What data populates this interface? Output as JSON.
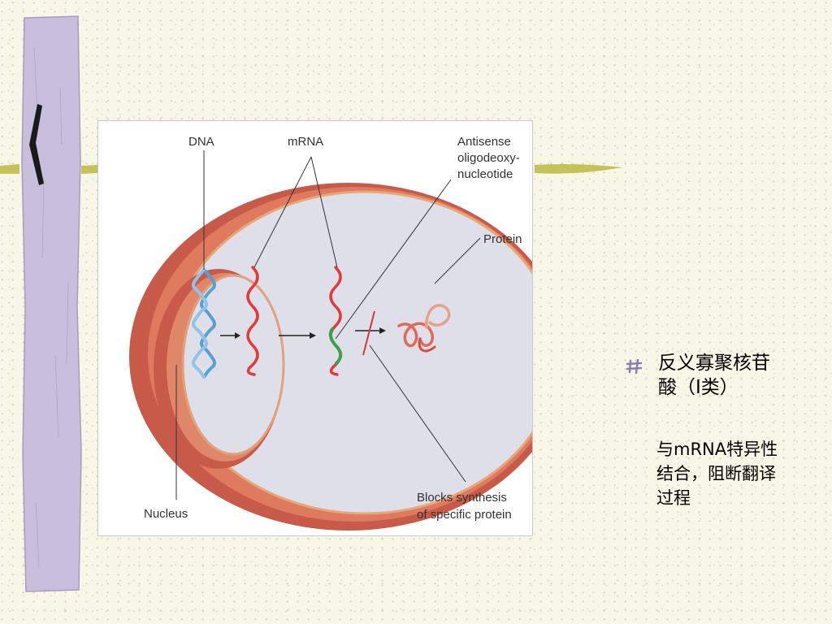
{
  "diagram": {
    "labels": {
      "dna": "DNA",
      "mrna": "mRNA",
      "antisense_1": "Antisense",
      "antisense_2": "oligodeoxy-",
      "antisense_3": "nucleotide",
      "protein": "Protein",
      "nucleus": "Nucleus",
      "blocks_1": "Blocks synthesis",
      "blocks_2": "of specific protein"
    },
    "colors": {
      "dna": "#5a9fd4",
      "mrna": "#e03a3a",
      "antisense": "#3aa04a",
      "cell_membrane": "#c85a4a",
      "cell_interior": "#dedfe8",
      "nucleus_border": "#dfa27a"
    }
  },
  "bullet": {
    "icon": "bullet-icon",
    "text": "反义寡聚核苷酸（I类）",
    "sub_text": "与mRNA特异性结合，阻断翻译过程"
  }
}
